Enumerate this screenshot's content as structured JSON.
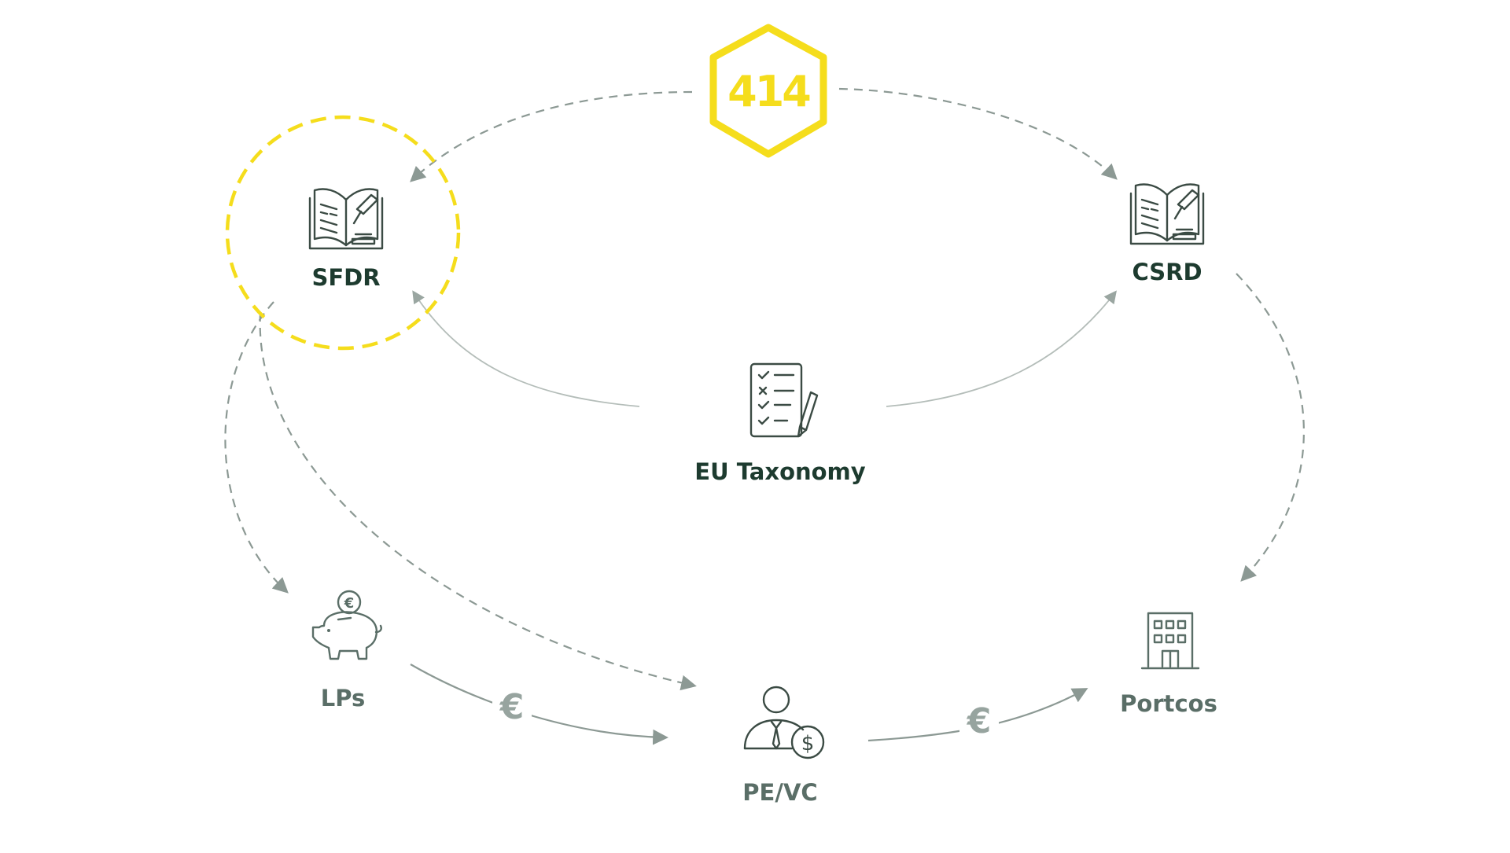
{
  "logo": {
    "text": "414",
    "color": "#f5dd1c"
  },
  "nodes": {
    "sfdr": {
      "label": "SFDR",
      "icon": "law-book-gavel-icon"
    },
    "csrd": {
      "label": "CSRD",
      "icon": "law-book-gavel-icon"
    },
    "taxonomy": {
      "label": "EU Taxonomy",
      "icon": "checklist-icon"
    },
    "lps": {
      "label": "LPs",
      "icon": "piggy-bank-euro-icon"
    },
    "pevc": {
      "label": "PE/VC",
      "icon": "investor-dollar-icon"
    },
    "portcos": {
      "label": "Portcos",
      "icon": "office-building-icon"
    }
  },
  "flows": {
    "lps_to_pevc": {
      "symbol": "€"
    },
    "pevc_to_portcos": {
      "symbol": "€"
    }
  },
  "colors": {
    "accent_yellow": "#f5dd1c",
    "dark_label": "#1d3b2f",
    "grey_label": "#5a6e67",
    "arrow_grey": "#8c9994"
  }
}
